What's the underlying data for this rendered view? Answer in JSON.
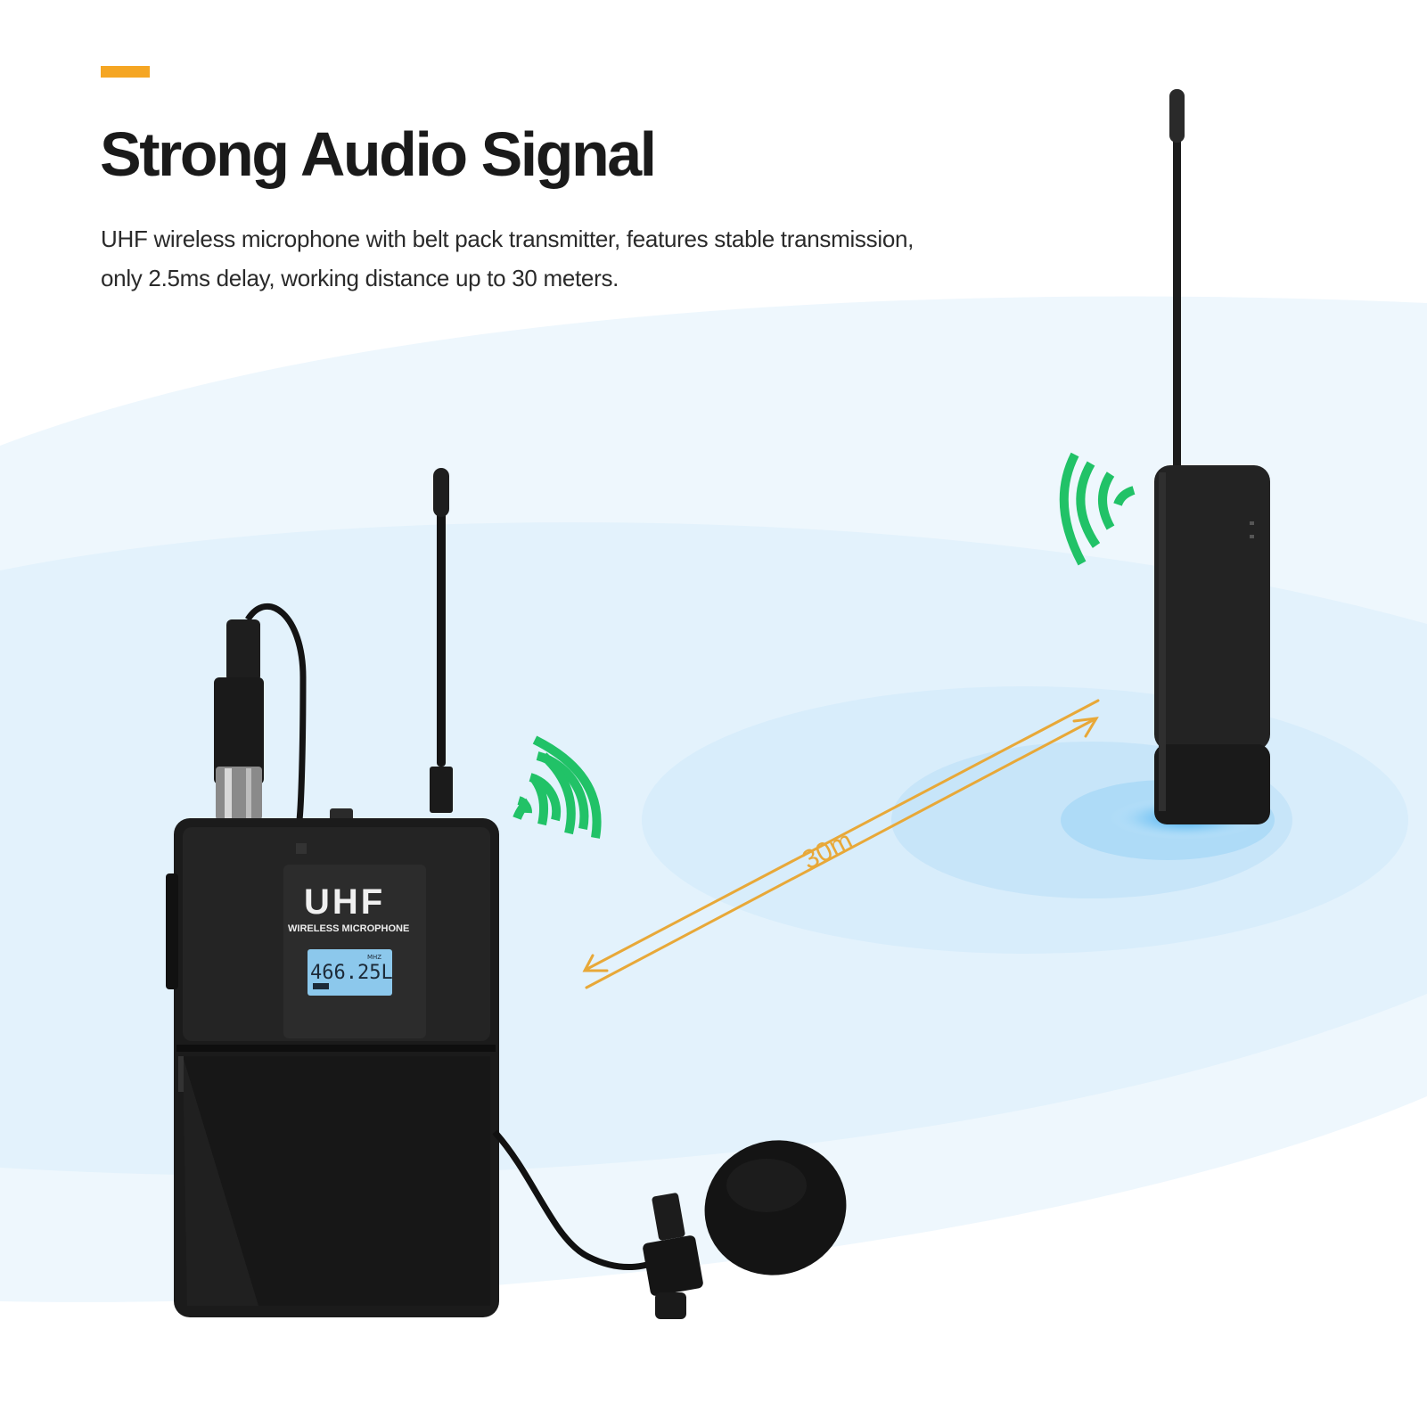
{
  "header": {
    "title": "Strong Audio Signal",
    "description_lines": [
      "UHF wireless microphone with belt pack transmitter, features stable transmission,",
      "only 2.5ms delay, working distance up to 30 meters."
    ]
  },
  "illustration": {
    "distance_label": "30m",
    "transmitter": {
      "brand_label": "UHF",
      "sub_label": "WIRELESS MICROPHONE",
      "frequency": "466.25L",
      "unit": "MHZ"
    },
    "icons": [
      "signal-waves-icon",
      "signal-waves-icon"
    ]
  },
  "colors": {
    "accent": "#f5a623",
    "signal": "#21c267",
    "wave_blue": "#dbeefa",
    "arrow": "#e8a838"
  }
}
